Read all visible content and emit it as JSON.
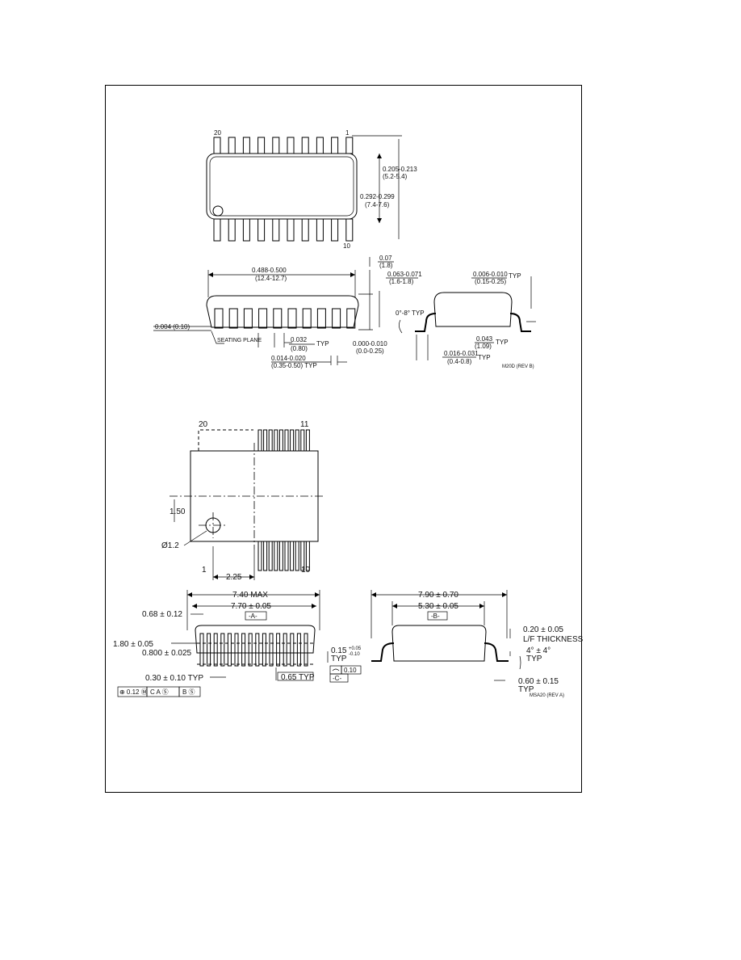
{
  "top_drawing": {
    "pin_20": "20",
    "pin_1": "1",
    "pin_10": "10",
    "dim_width_a": "0.205-0.213",
    "dim_width_b": "(5.2-5.4)",
    "dim_height_a": "0.292-0.299",
    "dim_height_b": "(7.4-7.6)",
    "dim_len_a": "0.488-0.500",
    "dim_len_b": "(12.4-12.7)",
    "dim_top_a": "0.07",
    "dim_top_b": "(1.8)",
    "dim_right_a": "0.063-0.071",
    "dim_right_b": "(1.6-1.8)",
    "seating_plane": "SEATING PLANE",
    "dim_coplanarity": "0.004 (0.10)",
    "dim_pitch_a": "0.032",
    "dim_pitch_b": "(0.80)",
    "dim_pitch_typ": "TYP",
    "dim_lead_w": "0.014-0.020",
    "dim_lead_w_b": "(0.35-0.50) TYP",
    "dim_standoff_a": "0.000-0.010",
    "dim_standoff_b": "(0.0-0.25)",
    "dim_angle": "0°-8° TYP",
    "dim_thick_a": "0.006-0.010",
    "dim_thick_b": "(0.15-0.25)",
    "dim_thick_typ": "TYP",
    "dim_foot_a": "0.043",
    "dim_foot_b": "(1.09)",
    "dim_foot_typ": "TYP",
    "dim_lead_len_a": "0.016-0.031",
    "dim_lead_len_b": "(0.4-0.8)",
    "dim_lead_len_typ": "TYP",
    "code": "M20D (REV B)"
  },
  "bottom_drawing": {
    "pin_20": "20",
    "pin_11": "11",
    "pin_1": "1",
    "pin_10": "10",
    "dim_150": "1.50",
    "dim_hole": "Ø1.2",
    "dim_225": "2.25",
    "dim_740": "7.40 MAX",
    "dim_770": "7.70 ± 0.05",
    "datum_a": "-A-",
    "dim_068": "0.68 ± 0.12",
    "dim_180": "1.80 ± 0.05",
    "dim_0800": "0.800 ± 0.025",
    "dim_015": "0.15",
    "dim_015_tol_a": "+0.05",
    "dim_015_tol_b": "-0.10",
    "dim_015_typ": "TYP",
    "dim_030": "0.30 ± 0.10 TYP",
    "dim_065": "0.65 TYP",
    "flatness_value": "0.10",
    "datum_c": "-C-",
    "fcf_1": "⊕ 0.12 Ⓜ",
    "fcf_2": "C A Ⓢ",
    "fcf_3": "B Ⓢ",
    "dim_790": "7.90 ± 0.70",
    "dim_530": "5.30 ± 0.05",
    "datum_b": "-B-",
    "dim_020": "0.20 ± 0.05",
    "lf_thickness": "L/F THICKNESS",
    "dim_angle2": "4° ± 4°",
    "dim_angle2_typ": "TYP",
    "dim_060": "0.60 ± 0.15",
    "dim_060_typ": "TYP",
    "code": "MSA20 (REV A)"
  }
}
